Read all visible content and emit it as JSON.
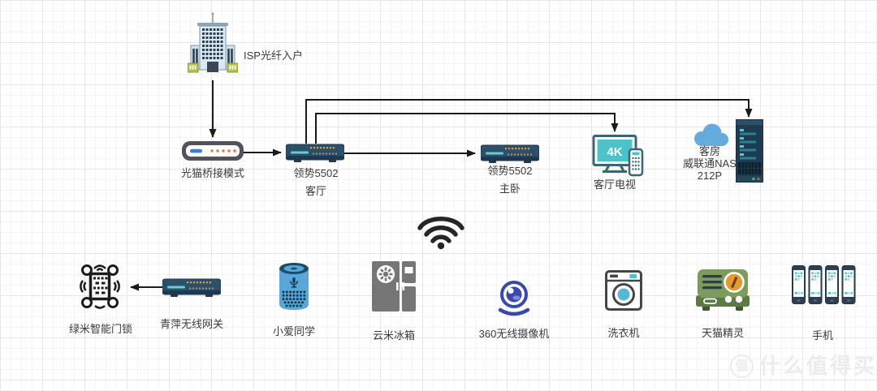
{
  "watermark": {
    "logo_char": "值",
    "text": "什么值得买"
  },
  "nodes": {
    "isp": {
      "label": "ISP光纤入户"
    },
    "modem": {
      "label": "光猫桥接模式"
    },
    "router_living": {
      "line1": "领势5502",
      "line2": "客厅"
    },
    "router_bedroom": {
      "line1": "领势5502",
      "line2": "主卧"
    },
    "tv": {
      "label": "客厅电视",
      "screen_text": "4K"
    },
    "nas": {
      "line1": "客房",
      "line2": "威联通NAS",
      "line3": "212P"
    },
    "door_lock": {
      "label": "绿米智能门锁"
    },
    "gateway": {
      "label": "青萍无线网关"
    },
    "speaker": {
      "label": "小爱同学"
    },
    "fridge": {
      "label": "云米冰箱"
    },
    "camera": {
      "label": "360无线摄像机"
    },
    "washer": {
      "label": "洗衣机"
    },
    "tmall_genie": {
      "label": "天猫精灵"
    },
    "phones": {
      "label": "手机"
    }
  },
  "colors": {
    "connection_line": "#1a1a1a",
    "label_text": "#3a3a3a",
    "router_navy": "#2d4f6c",
    "led_orange": "#e8a23c",
    "teal_accent": "#4cc3c9",
    "cloud_blue": "#63acdd",
    "camera_indigo": "#3949ab",
    "radio_green": "#7d9b5e",
    "knob_orange": "#e8992e",
    "speaker_blue": "#58a7d8",
    "fridge_gray": "#767676",
    "watermark_gray": "#ececec"
  }
}
